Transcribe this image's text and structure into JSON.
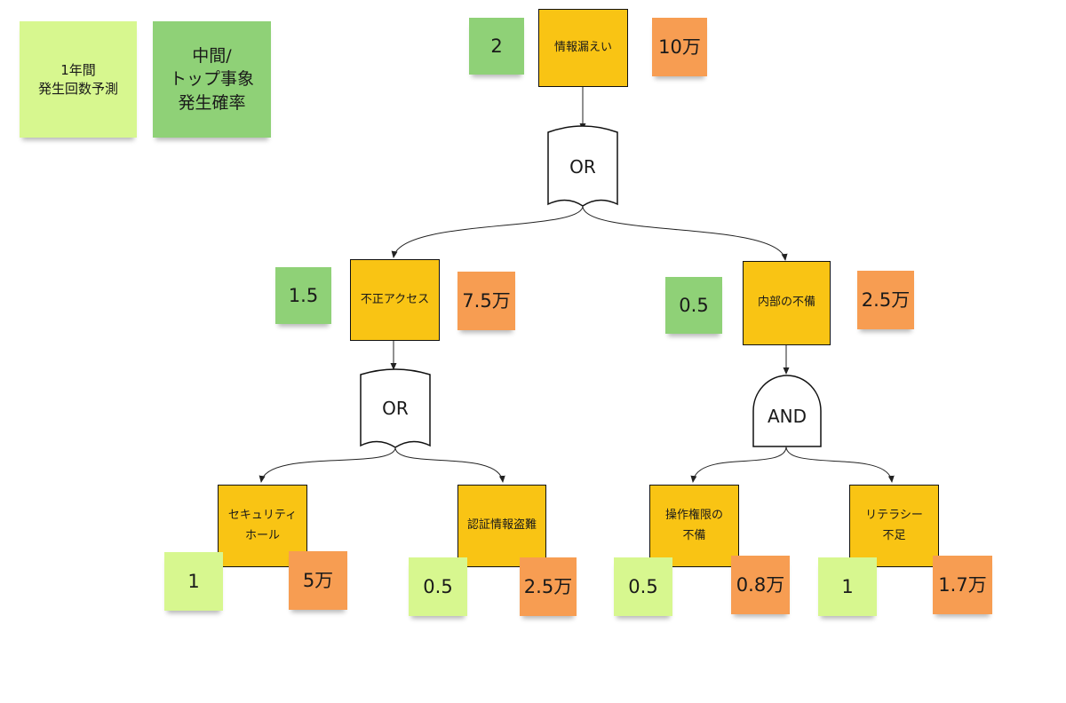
{
  "legend": {
    "frequency": "1年間\n発生回数予測",
    "probability": "中間/\nトップ事象\n発生確率"
  },
  "gates": {
    "top": "OR",
    "left": "OR",
    "right": "AND"
  },
  "events": {
    "top": {
      "label": "情報漏えい",
      "frequency": "2",
      "cost": "10万"
    },
    "left": {
      "label": "不正アクセス",
      "frequency": "1.5",
      "cost": "7.5万"
    },
    "right": {
      "label": "内部の不備",
      "frequency": "0.5",
      "cost": "2.5万"
    },
    "leaf1": {
      "label": "セキュリティ\nホール",
      "frequency": "1",
      "cost": "5万"
    },
    "leaf2": {
      "label": "認証情報盗難",
      "frequency": "0.5",
      "cost": "2.5万"
    },
    "leaf3": {
      "label": "操作権限の\n不備",
      "frequency": "0.5",
      "cost": "0.8万"
    },
    "leaf4": {
      "label": "リテラシー\n不足",
      "frequency": "1",
      "cost": "1.7万"
    }
  },
  "colors": {
    "event": "#f9c414",
    "frequency_note": "#d7f78f",
    "probability_note": "#8fd177",
    "cost_note": "#f79d52"
  }
}
